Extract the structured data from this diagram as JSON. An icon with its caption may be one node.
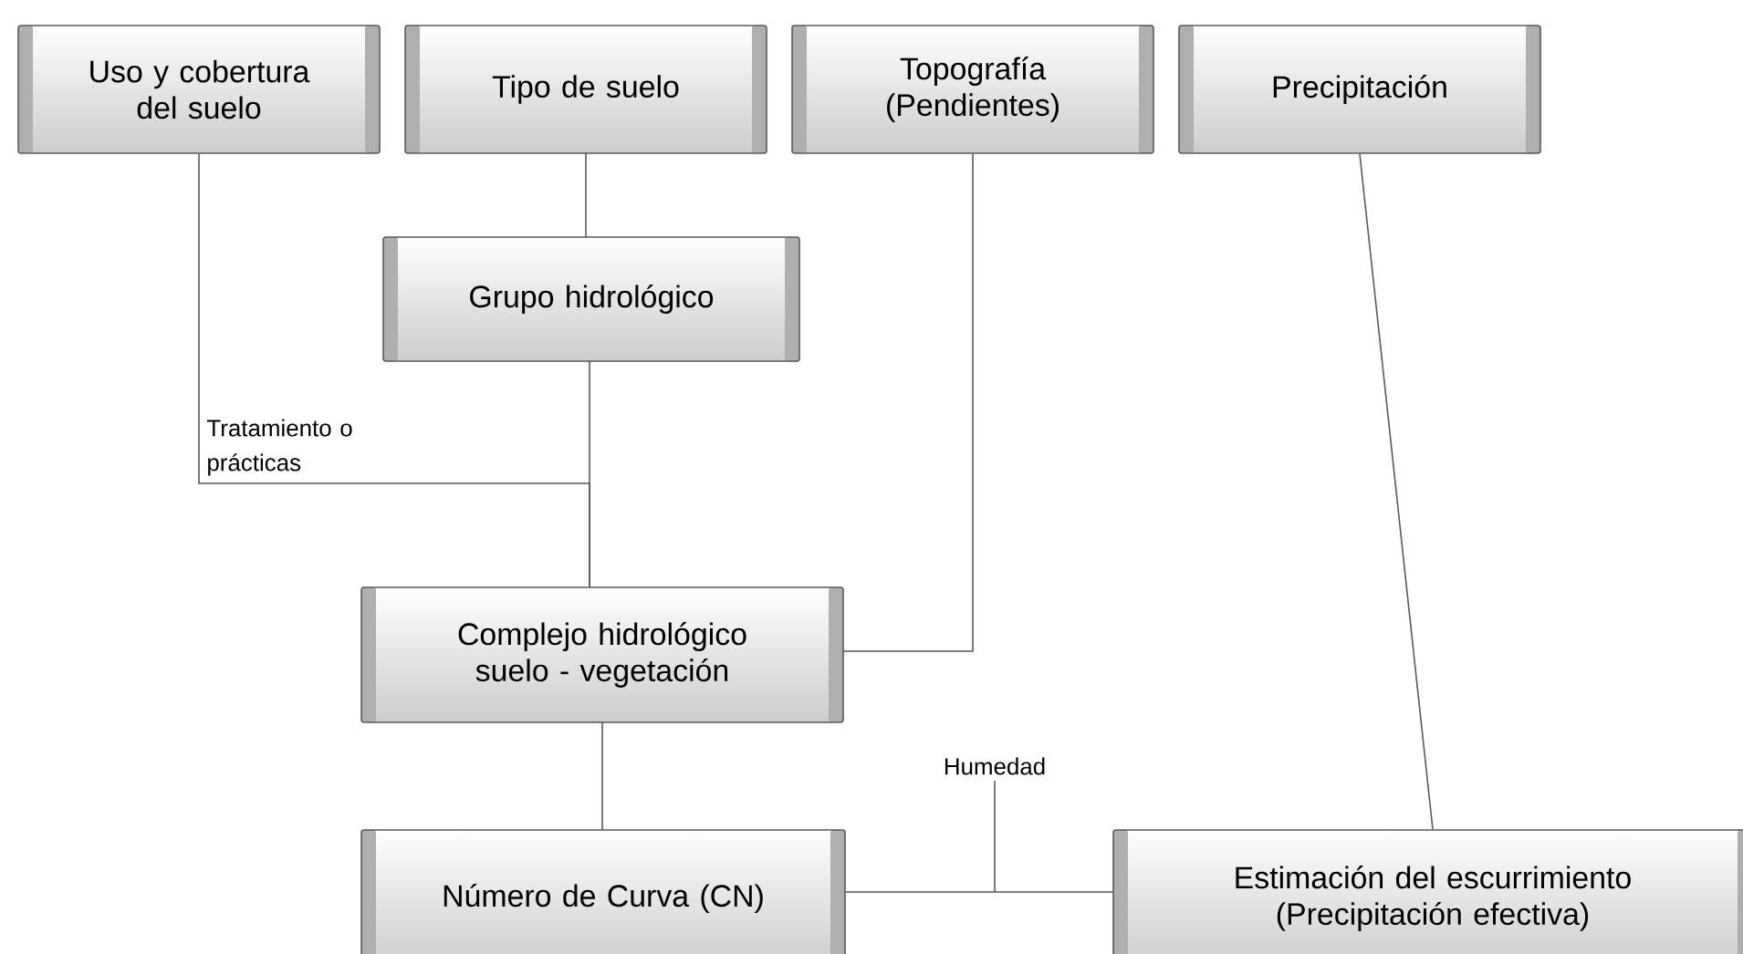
{
  "diagram": {
    "nodes": [
      {
        "text": [
          "Uso y cobertura del suelo"
        ]
      },
      {
        "text": [
          "Tipo de suelo"
        ]
      },
      {
        "text": [
          "Topografía (Pendientes)"
        ]
      },
      {
        "text": [
          "Precipitación"
        ]
      },
      {
        "text": [
          "Grupo hidrológico"
        ]
      },
      {
        "text": [
          "Complejo hidrológico suelo - vegetación"
        ]
      },
      {
        "text": [
          "Número de Curva (CN)"
        ]
      },
      {
        "text": [
          "Estimación del escurrimiento (Precipitación efectiva)"
        ]
      }
    ],
    "edges": [
      {
        "from": 1,
        "to": 4,
        "arrow": "none"
      },
      {
        "from": 4,
        "to": 5,
        "arrow": "none"
      },
      {
        "from": 0,
        "to": 5,
        "arrow": "none",
        "label": "Tratamiento o prácticas"
      },
      {
        "from": 2,
        "to": 5,
        "arrow": "none"
      },
      {
        "from": 5,
        "to": 6,
        "arrow": "none"
      },
      {
        "from": 6,
        "to": 7,
        "arrow": "none",
        "label": "Humedad"
      },
      {
        "from": 3,
        "to": 7,
        "arrow": "none"
      }
    ]
  }
}
